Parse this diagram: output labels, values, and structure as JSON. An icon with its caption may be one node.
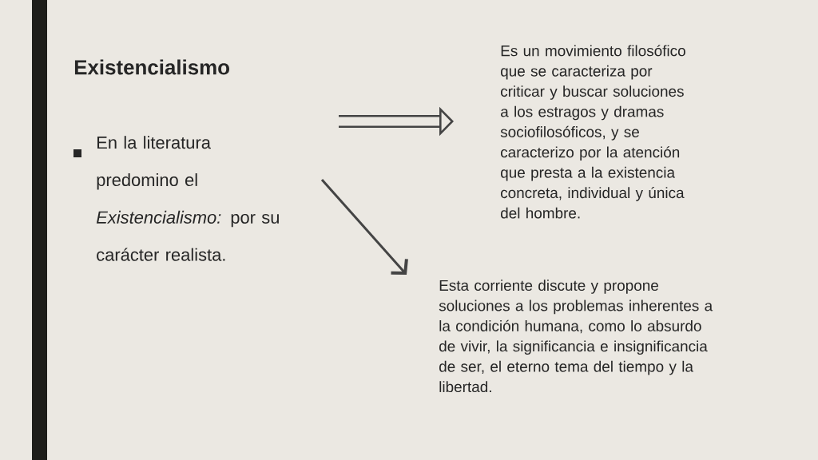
{
  "diagram": {
    "title": "Existencialismo",
    "nodes": [
      {
        "text": [
          "En la literatura predomino el *Existencialismo:* por su carácter realista."
        ]
      },
      {
        "text": [
          "Es un movimiento filosófico que se caracteriza por criticar y buscar soluciones a los estragos y dramas sociofilosóficos, y se caracterizo por la atención que presta a la existencia concreta, individual y única del hombre."
        ]
      },
      {
        "text": [
          "Esta corriente discute y propone soluciones a los problemas inherentes a la condición humana, como lo absurdo de vivir, la significancia e insignificancia de ser, el eterno tema del tiempo y la libertad."
        ]
      }
    ],
    "edges": [
      {
        "from": null,
        "to": 1,
        "arrow": "to",
        "style": "thick"
      },
      {
        "from": null,
        "to": 2,
        "arrow": "to"
      }
    ]
  }
}
